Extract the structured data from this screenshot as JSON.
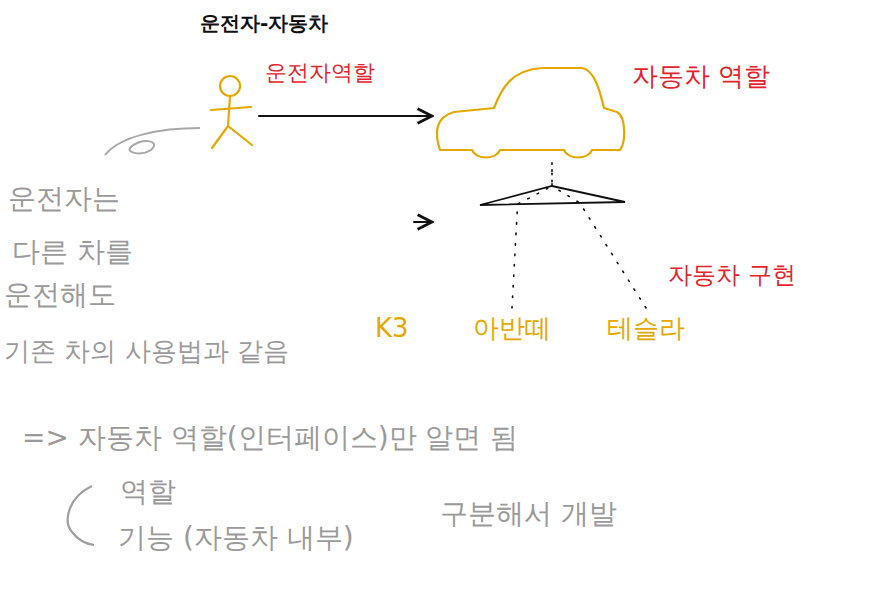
{
  "diagram": {
    "title": "운전자-자동차",
    "nodes": [
      {
        "text": [
          "운전자역할"
        ]
      },
      {
        "text": [
          "자동차 역할"
        ]
      },
      {
        "text": [
          "K3"
        ]
      },
      {
        "text": [
          "아반떼"
        ]
      },
      {
        "text": [
          "테슬라"
        ]
      }
    ],
    "edges": [
      {
        "from": 0,
        "to": 1,
        "arrow": "to"
      },
      {
        "from": 2,
        "to": 1,
        "arrow": "to"
      },
      {
        "from": 3,
        "to": 1,
        "arrow": "to"
      },
      {
        "from": 4,
        "to": 1,
        "arrow": "to"
      }
    ],
    "labels": [
      "자동차 구현",
      "운전자는",
      "다른 차를",
      "운전해도",
      "기존 차의 사용법과 같음",
      "=> 자동차 역할(인터페이스)만 알면 됨",
      "역할",
      "기능 (자동차 내부)",
      "구분해서 개발"
    ]
  }
}
